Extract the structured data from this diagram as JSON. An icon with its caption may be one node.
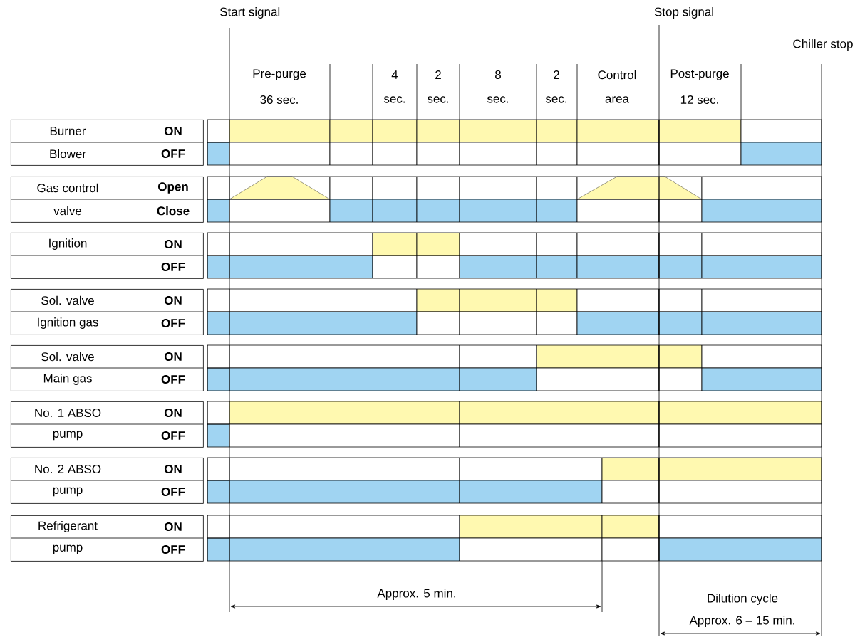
{
  "diagram": {
    "nodes": [
      {
        "text": [
          "Burner",
          "Blower",
          "ON",
          "OFF"
        ]
      },
      {
        "text": [
          "Gas control",
          "valve",
          "Open",
          "Close"
        ]
      },
      {
        "text": [
          "Ignition",
          "ON",
          "OFF"
        ]
      },
      {
        "text": [
          "Sol. valve",
          "Ignition gas",
          "ON",
          "OFF"
        ]
      },
      {
        "text": [
          "Sol. valve",
          "Main gas",
          "ON",
          "OFF"
        ]
      },
      {
        "text": [
          "No. 1 ABSO",
          "pump",
          "ON",
          "OFF"
        ]
      },
      {
        "text": [
          "No. 2 ABSO",
          "pump",
          "ON",
          "OFF"
        ]
      },
      {
        "text": [
          "Refrigerant",
          "pump",
          "ON",
          "OFF"
        ]
      }
    ],
    "labels": [
      "Start signal",
      "Stop signal",
      "Chiller stop",
      "Pre-purge",
      "4",
      "2",
      "8",
      "2",
      "Control",
      "Post-purge",
      "36 sec.",
      "sec.",
      "sec.",
      "sec.",
      "sec.",
      "area",
      "12 sec.",
      "Approx.  5 min.",
      "Dilution cycle",
      "Approx.  6 – 15 min."
    ]
  }
}
